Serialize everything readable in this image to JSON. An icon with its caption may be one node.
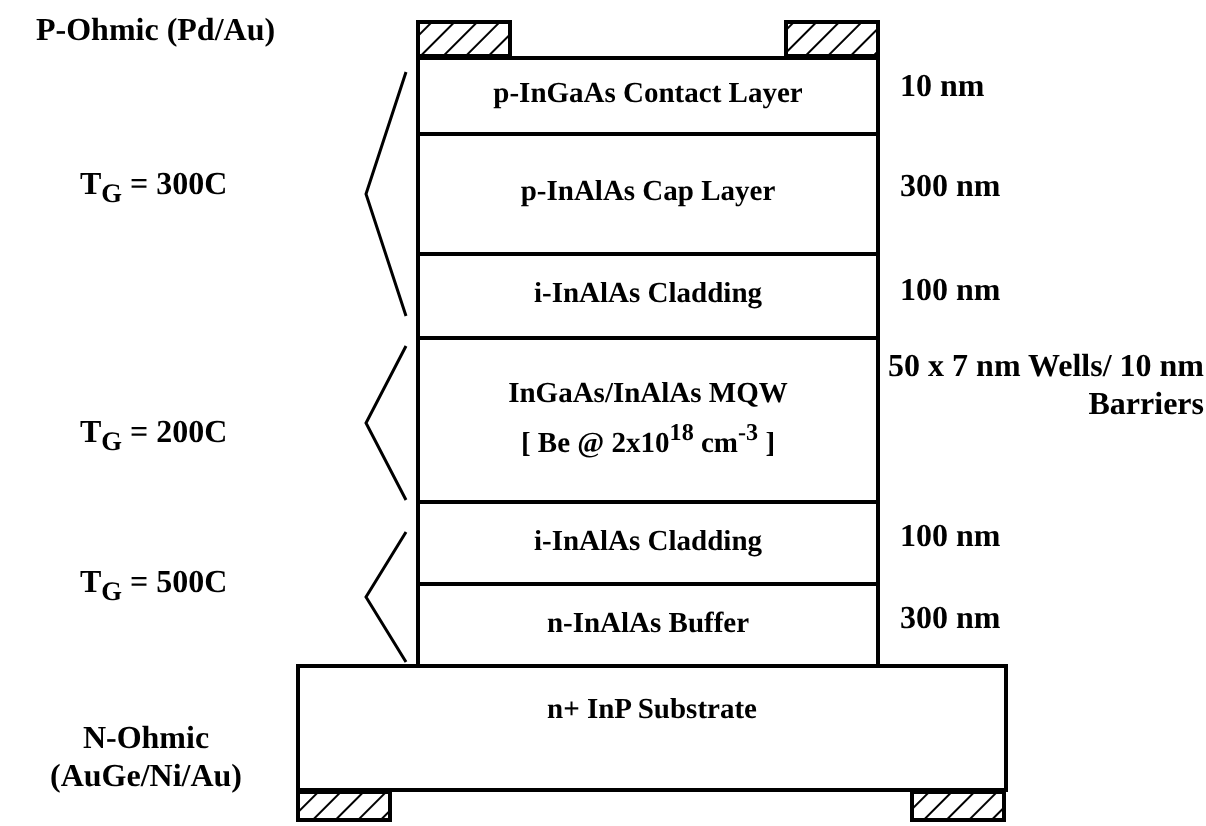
{
  "diagram": {
    "nodes": [
      {
        "text": [
          "p-InGaAs Contact Layer"
        ],
        "beside": [
          "10 nm"
        ]
      },
      {
        "text": [
          "p-InAlAs Cap Layer"
        ],
        "beside": [
          "300 nm"
        ]
      },
      {
        "text": [
          "i-InAlAs Cladding"
        ],
        "beside": [
          "100 nm"
        ]
      },
      {
        "text": [
          "InGaAs/InAlAs MQW",
          "[ Be @ 2x10$^{18}$ cm$^{-3}$ ]"
        ],
        "beside": [
          "50 x 7 nm Wells/ 10 nm Barriers"
        ]
      },
      {
        "text": [
          "i-InAlAs Cladding"
        ],
        "beside": [
          "100 nm"
        ]
      },
      {
        "text": [
          "n-InAlAs Buffer"
        ],
        "beside": [
          "300 nm"
        ]
      },
      {
        "text": [
          "n+  InP Substrate"
        ]
      }
    ],
    "edges": [],
    "labels": [
      "P-Ohmic (Pd/Au)",
      "T$_{G}$ = 300C",
      "T$_{G}$ = 200C",
      "T$_{G}$ = 500C",
      "N-Ohmic (AuGe/Ni/Au)"
    ]
  }
}
